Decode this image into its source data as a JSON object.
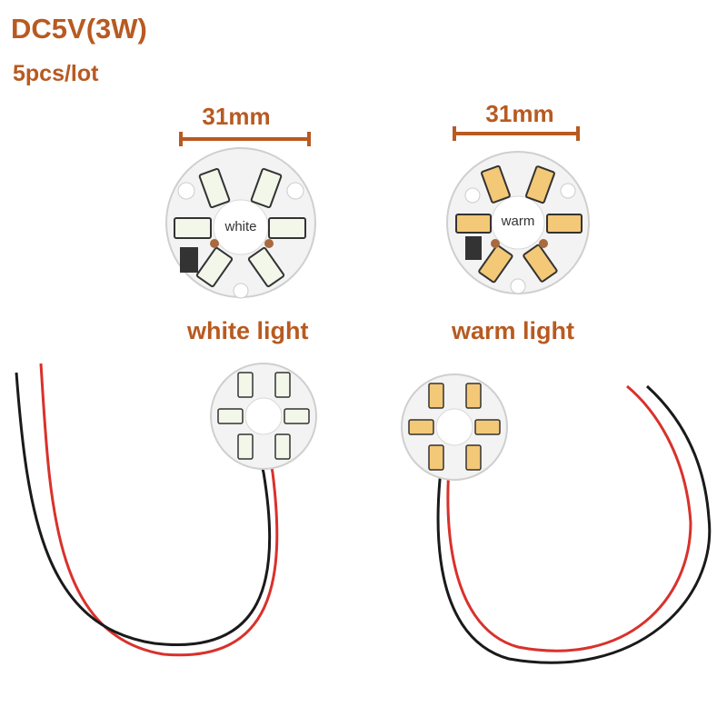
{
  "spec": {
    "voltage_power": "DC5V(3W)",
    "quantity": "5pcs/lot"
  },
  "dimensions": {
    "left": "31mm",
    "right": "31mm"
  },
  "labels": {
    "white_center": "white",
    "warm_center": "warm",
    "white_light": "white light",
    "warm_light": "warm light"
  },
  "colors": {
    "accent": "#b85a21",
    "white_led": "#f2f7ea",
    "warm_led": "#f3c877",
    "board": "#f3f3f3",
    "wire_red": "#d9312b",
    "wire_black": "#1a1a1a"
  }
}
